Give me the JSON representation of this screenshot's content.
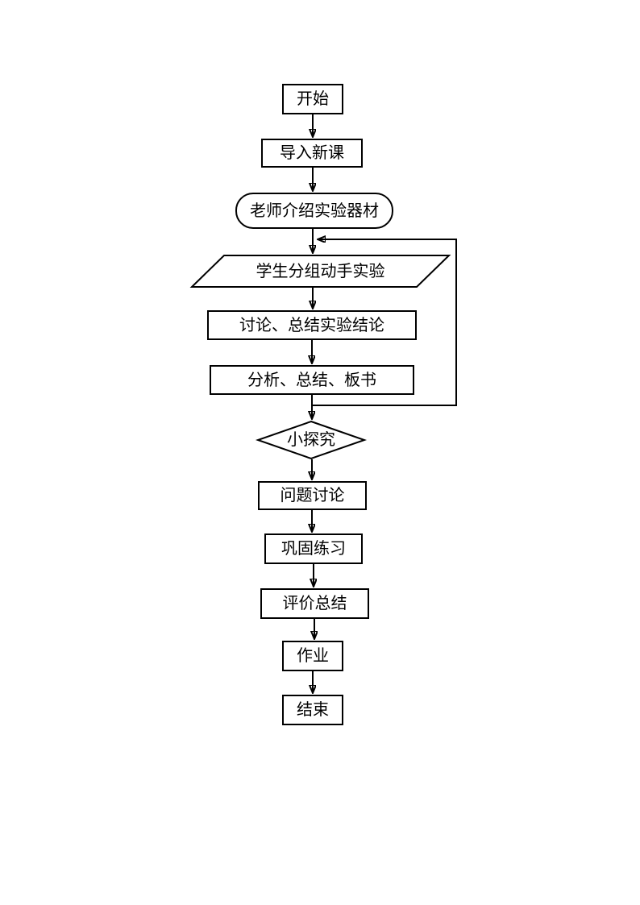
{
  "page": {
    "background_color": "#ffffff",
    "line_color": "#000000",
    "description": "Teaching lesson-flow flowchart"
  },
  "flowchart": {
    "nodes": [
      {
        "id": "start",
        "shape": "rectangle",
        "label": "开始"
      },
      {
        "id": "intro",
        "shape": "rectangle",
        "label": "导入新课"
      },
      {
        "id": "teacher",
        "shape": "terminator",
        "label": "老师介绍实验器材"
      },
      {
        "id": "experiment",
        "shape": "parallelogram",
        "label": "学生分组动手实验"
      },
      {
        "id": "discuss",
        "shape": "rectangle",
        "label": "讨论、总结实验结论"
      },
      {
        "id": "analyze",
        "shape": "rectangle",
        "label": "分析、总结、板书"
      },
      {
        "id": "explore",
        "shape": "diamond",
        "label": "小探究"
      },
      {
        "id": "question",
        "shape": "rectangle",
        "label": "问题讨论"
      },
      {
        "id": "practice",
        "shape": "rectangle",
        "label": "巩固练习"
      },
      {
        "id": "evaluate",
        "shape": "rectangle",
        "label": "评价总结"
      },
      {
        "id": "homework",
        "shape": "rectangle",
        "label": "作业"
      },
      {
        "id": "end",
        "shape": "rectangle",
        "label": "结束"
      }
    ],
    "edges": [
      {
        "from": "start",
        "to": "intro",
        "type": "arrow"
      },
      {
        "from": "intro",
        "to": "teacher",
        "type": "arrow"
      },
      {
        "from": "teacher",
        "to": "experiment",
        "type": "arrow"
      },
      {
        "from": "experiment",
        "to": "discuss",
        "type": "arrow"
      },
      {
        "from": "discuss",
        "to": "analyze",
        "type": "arrow"
      },
      {
        "from": "analyze",
        "to": "explore",
        "type": "arrow"
      },
      {
        "from": "analyze",
        "to": "experiment",
        "type": "feedback-loop-right-side"
      },
      {
        "from": "explore",
        "to": "question",
        "type": "arrow"
      },
      {
        "from": "question",
        "to": "practice",
        "type": "arrow"
      },
      {
        "from": "practice",
        "to": "evaluate",
        "type": "arrow"
      },
      {
        "from": "evaluate",
        "to": "homework",
        "type": "arrow"
      },
      {
        "from": "homework",
        "to": "end",
        "type": "arrow"
      }
    ]
  }
}
